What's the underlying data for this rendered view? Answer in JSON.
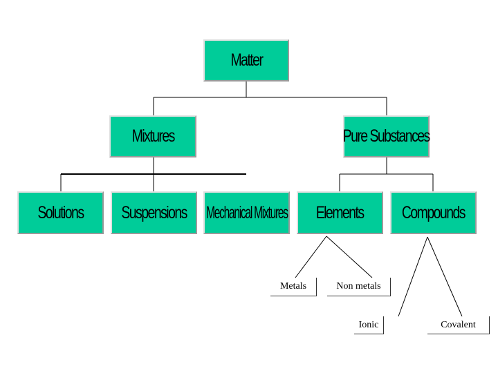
{
  "nodes": {
    "matter": "Matter",
    "mixtures": "Mixtures",
    "pure_substances": "Pure Substances",
    "solutions": "Solutions",
    "suspensions": "Suspensions",
    "mechanical_mixtures": "Mechanical Mixtures",
    "elements": "Elements",
    "compounds": "Compounds",
    "metals": "Metals",
    "non_metals": "Non metals",
    "ionic": "Ionic",
    "covalent": "Covalent"
  },
  "colors": {
    "box_fill": "#00cc99",
    "line": "#000000"
  }
}
